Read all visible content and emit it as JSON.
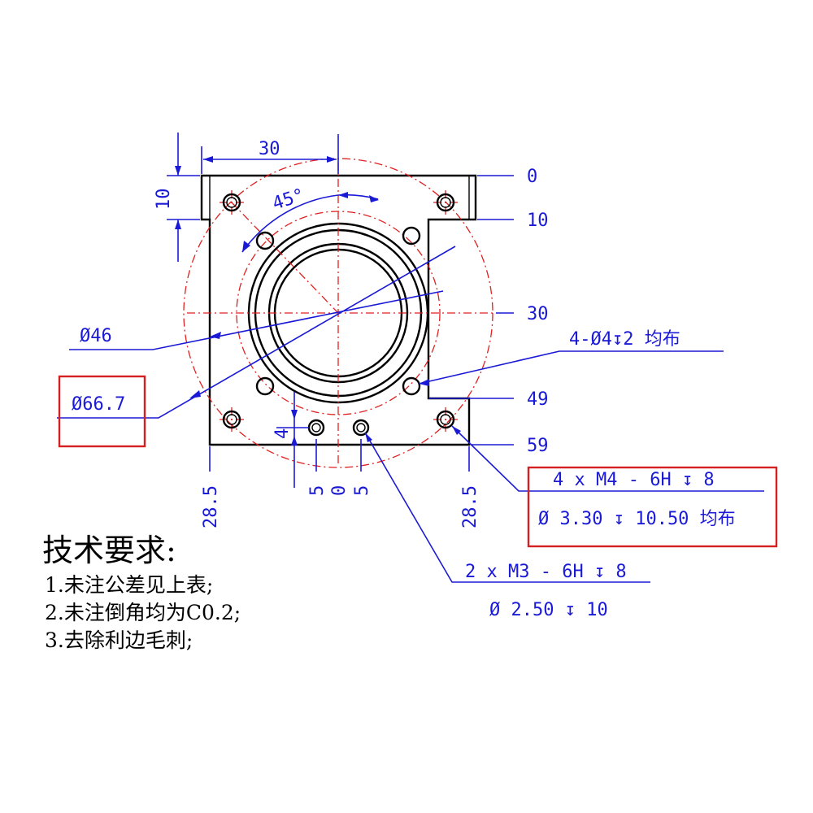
{
  "dimensions": {
    "top_width": "30",
    "left_height": "10",
    "angle": "45°",
    "right_0": "0",
    "right_10": "10",
    "right_30": "30",
    "right_49": "49",
    "right_59": "59",
    "dia_46": "Ø46",
    "dia_667": "Ø66.7",
    "bottom_left": "28.5",
    "bottom_right": "28.5",
    "bottom_5a": "5",
    "bottom_0": "0",
    "bottom_5b": "5",
    "small_4": "4"
  },
  "callouts": {
    "holes_4": "4-Ø4↧2 均布",
    "m4_line1": "4 x  M4 - 6H ↧ 8",
    "m4_line2": "Ø 3.30 ↧ 10.50 均布",
    "m3_line1": "2 x  M3 - 6H ↧ 8",
    "m3_line2": "Ø 2.50 ↧ 10"
  },
  "notes": {
    "title": "技术要求:",
    "items": [
      "1.未注公差见上表;",
      "2.未注倒角均为C0.2;",
      "3.去除利边毛刺;"
    ]
  },
  "colors": {
    "outline": "#000000",
    "dimension": "#1a1ad6",
    "centerline": "#e02020",
    "highlight_box": "#d42020"
  }
}
